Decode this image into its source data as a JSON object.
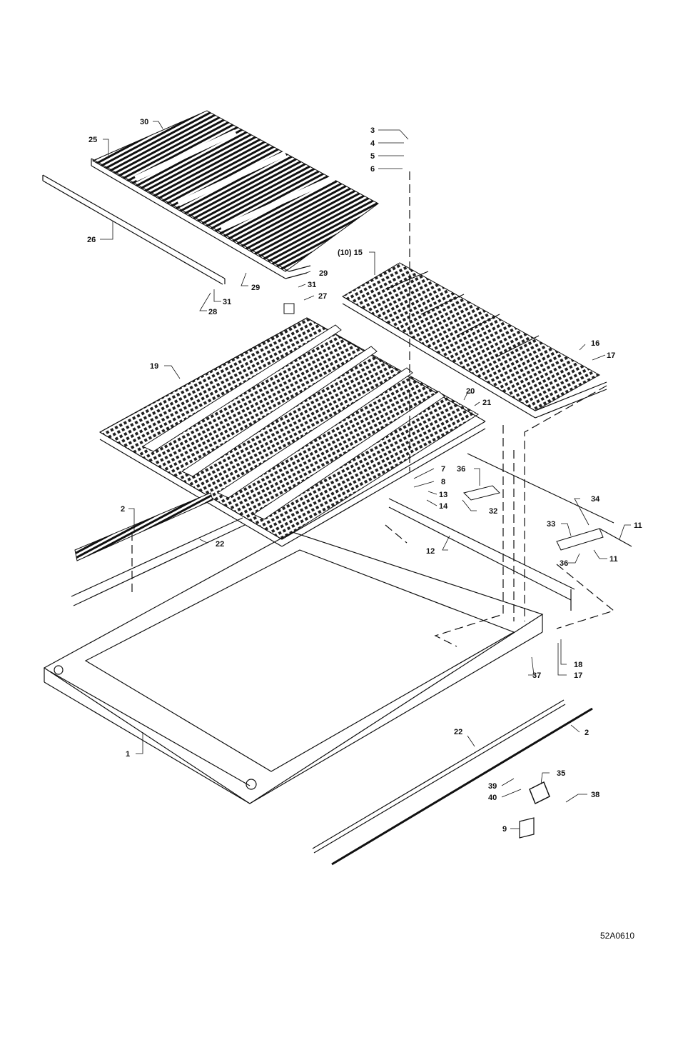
{
  "drawing_code": "52A0610",
  "callouts": {
    "c1": "1",
    "c2a": "2",
    "c2b": "2",
    "c3": "3",
    "c4": "4",
    "c5": "5",
    "c6": "6",
    "c7": "7",
    "c8": "8",
    "c9": "9",
    "c10_15": "(10) 15",
    "c11a": "11",
    "c11b": "11",
    "c12": "12",
    "c13": "13",
    "c14": "14",
    "c16": "16",
    "c17a": "17",
    "c17b": "17",
    "c18": "18",
    "c19": "19",
    "c20": "20",
    "c21": "21",
    "c22a": "22",
    "c22b": "22",
    "c25": "25",
    "c26": "26",
    "c27": "27",
    "c28": "28",
    "c29a": "29",
    "c29b": "29",
    "c30": "30",
    "c31a": "31",
    "c31b": "31",
    "c32": "32",
    "c33": "33",
    "c34": "34",
    "c35": "35",
    "c36a": "36",
    "c36b": "36",
    "c37": "37",
    "c38": "38",
    "c39": "39",
    "c40": "40"
  }
}
